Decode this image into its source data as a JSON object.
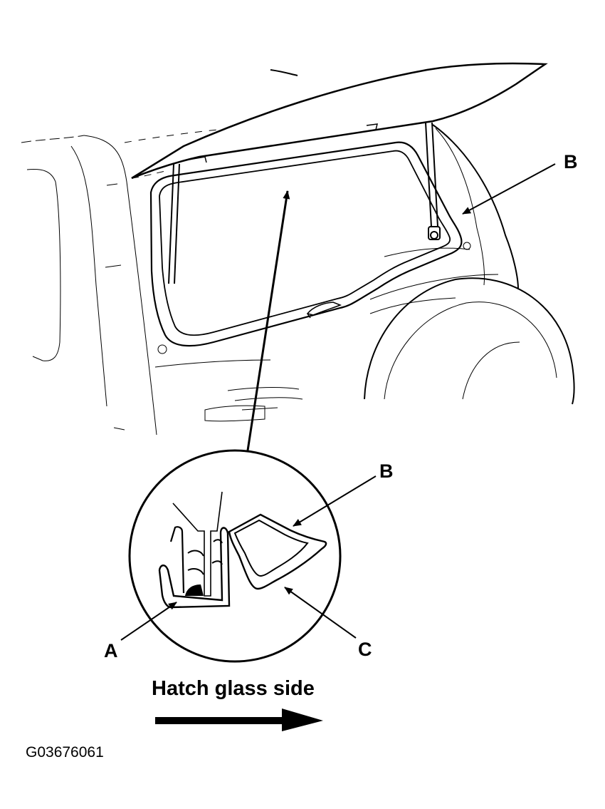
{
  "callouts": {
    "b_top": "B",
    "b_detail": "B",
    "a_detail": "A",
    "c_detail": "C"
  },
  "caption": "Hatch glass side",
  "figure_id": "G03676061"
}
